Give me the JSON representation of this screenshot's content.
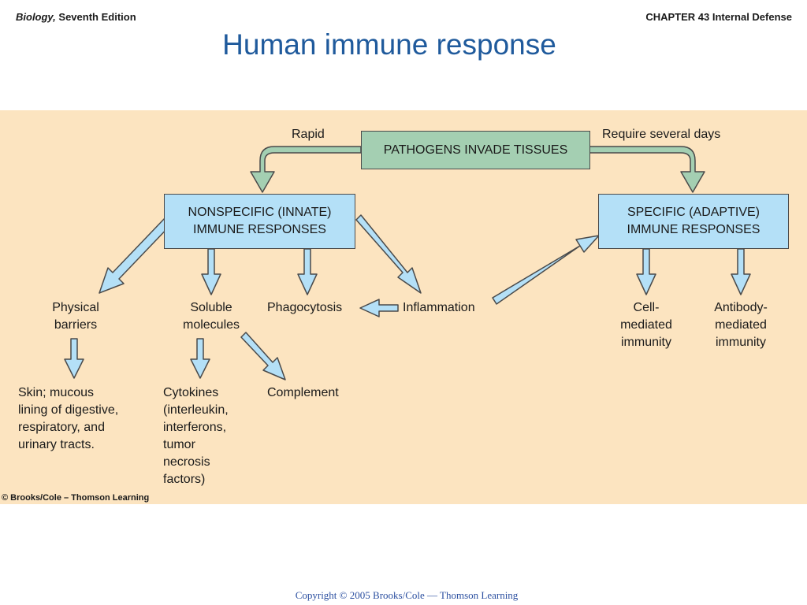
{
  "header": {
    "book_title": "Biology,",
    "edition": " Seventh Edition",
    "chapter": "CHAPTER 43 Internal Defense"
  },
  "title": "Human immune response",
  "diagram": {
    "top_box": "PATHOGENS INVADE TISSUES",
    "left_branch_label": "Rapid",
    "right_branch_label": "Require several days",
    "nonspecific_box": "NONSPECIFIC (INNATE)\nIMMUNE RESPONSES",
    "specific_box": "SPECIFIC (ADAPTIVE)\nIMMUNE RESPONSES",
    "physical_barriers": "Physical\nbarriers",
    "soluble_molecules": "Soluble\nmolecules",
    "phagocytosis": "Phagocytosis",
    "inflammation": "Inflammation",
    "cell_mediated": "Cell-\nmediated\nimmunity",
    "antibody_mediated": "Antibody-\nmediated\nimmunity",
    "skin_text": "Skin; mucous\nlining of digestive,\nrespiratory, and\nurinary tracts.",
    "cytokines_text": "Cytokines\n(interleukin,\ninterferons,\ntumor\nnecrosis\nfactors)",
    "complement": "Complement"
  },
  "credit": "© Brooks/Cole – Thomson Learning",
  "footer": "Copyright © 2005 Brooks/Cole — Thomson Learning",
  "colors": {
    "title": "#1f5a9c",
    "panel_background": "#fce4c0",
    "top_box_fill": "#a4cfb2",
    "response_box_fill": "#b4e0f7",
    "arrow_fill": "#b4e0f7",
    "top_arrow_fill": "#a4cfb2",
    "footer_text": "#2b4fa0"
  }
}
